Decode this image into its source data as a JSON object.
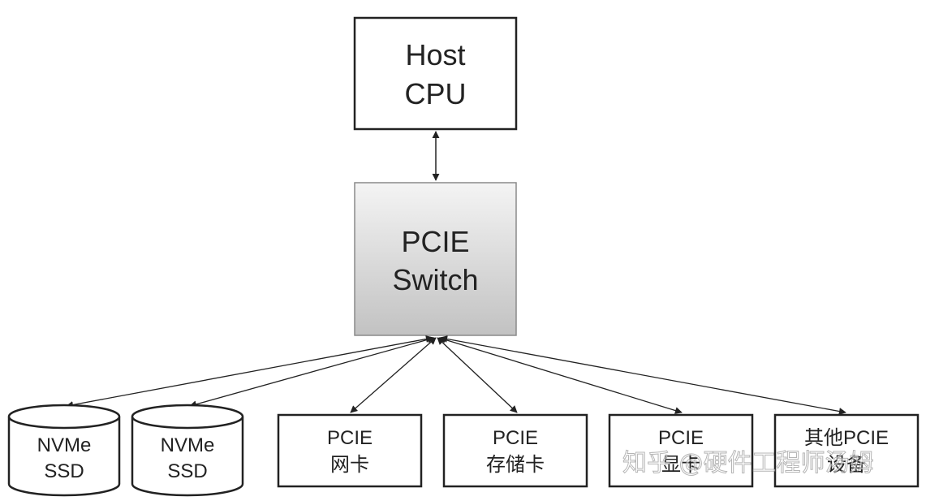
{
  "host": {
    "line1": "Host",
    "line2": "CPU"
  },
  "switch": {
    "line1": "PCIE",
    "line2": "Switch"
  },
  "devices": [
    {
      "line1": "NVMe",
      "line2": "SSD"
    },
    {
      "line1": "NVMe",
      "line2": "SSD"
    },
    {
      "line1": "PCIE",
      "line2": "网卡"
    },
    {
      "line1": "PCIE",
      "line2": "存储卡"
    },
    {
      "line1": "PCIE",
      "line2": "显卡"
    },
    {
      "line1": "其他PCIE",
      "line2": "设备"
    }
  ],
  "watermark": "知乎 @硬件工程师汤姆",
  "colors": {
    "stroke": "#222222",
    "switch_fill_top": "#f4f4f4",
    "switch_fill_bottom": "#c2c2c2"
  }
}
